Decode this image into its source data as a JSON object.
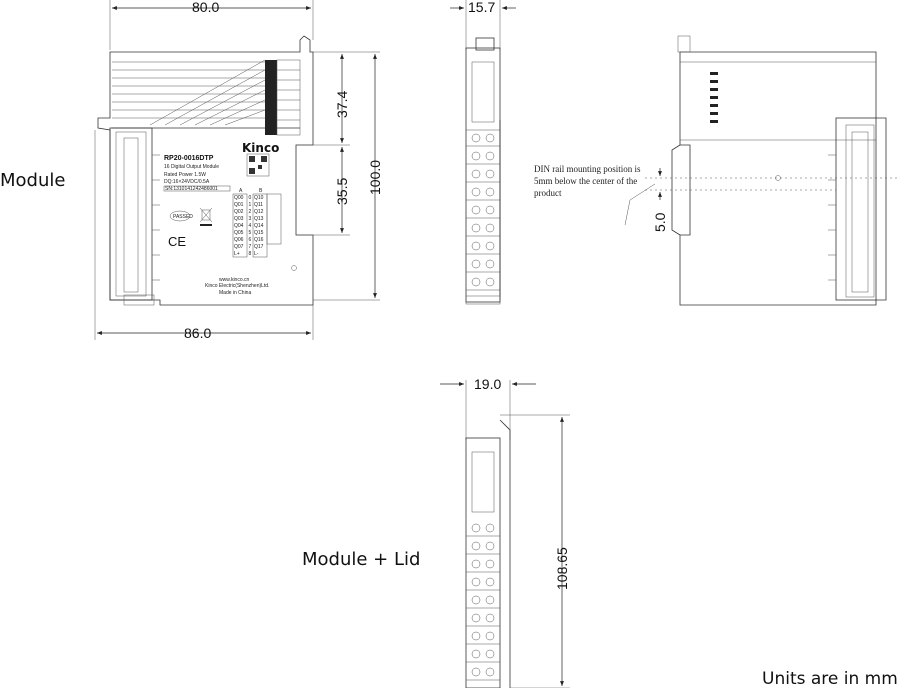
{
  "labels": {
    "module": "Module",
    "module_lid": "Module + Lid",
    "units": "Units are in mm"
  },
  "dimensions": {
    "front_width_top": "80.0",
    "front_width_bottom": "86.0",
    "front_height_upper": "37.4",
    "front_height_lower": "35.5",
    "front_height_total": "100.0",
    "side_width": "15.7",
    "rail_offset": "5.0",
    "lid_width": "19.0",
    "lid_height": "108.65"
  },
  "note": {
    "line1": "DIN rail mounting position is",
    "line2": "5mm below the center of the",
    "line3": "product"
  },
  "device": {
    "brand": "Kinco",
    "model": "RP20-0016DTP",
    "desc": "16 Digital Output Module",
    "power": "Rated Power 1.5W",
    "spec": "DQ:16×24VDC/0.5A",
    "serial": "SN:1310141242486001",
    "web": "www.kinco.cn",
    "company": "Kinco Electric(Shenzhen)Ltd.",
    "origin": "Made in China",
    "col_a": "A",
    "col_b": "B",
    "ce": "CE",
    "passed": "PASSED",
    "terminals_a": [
      "Q00",
      "Q01",
      "Q02",
      "Q03",
      "Q04",
      "Q05",
      "Q06",
      "Q07",
      "L+"
    ],
    "terminals_b": [
      "Q10",
      "Q11",
      "Q12",
      "Q13",
      "Q14",
      "Q15",
      "Q16",
      "Q17",
      "L-"
    ],
    "terminal_nums": [
      "0",
      "1",
      "2",
      "3",
      "4",
      "5",
      "6",
      "7",
      "8"
    ]
  }
}
